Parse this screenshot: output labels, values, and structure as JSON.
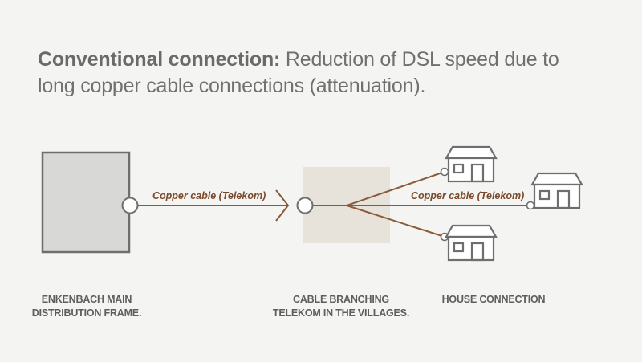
{
  "title": {
    "bold": "Conventional connection:",
    "rest": " Reduction of DSL speed due to long copper cable connections (attenuation)."
  },
  "cable_label_1": "Copper cable (Telekom)",
  "cable_label_2": "Copper cable (Telekom)",
  "labels": {
    "distribution_frame": [
      "ENKENBACH MAIN",
      "DISTRIBUTION FRAME."
    ],
    "cable_branching": [
      "CABLE BRANCHING",
      "TELEKOM IN THE VILLAGES."
    ],
    "house_connection": "HOUSE CONNECTION"
  },
  "colors": {
    "cable": "#8a5a3a",
    "frame_fill": "#d8d9d7",
    "frame_stroke": "#6e6e6e",
    "branch_box": "#e8e3da",
    "text": "#5e5e5e"
  }
}
